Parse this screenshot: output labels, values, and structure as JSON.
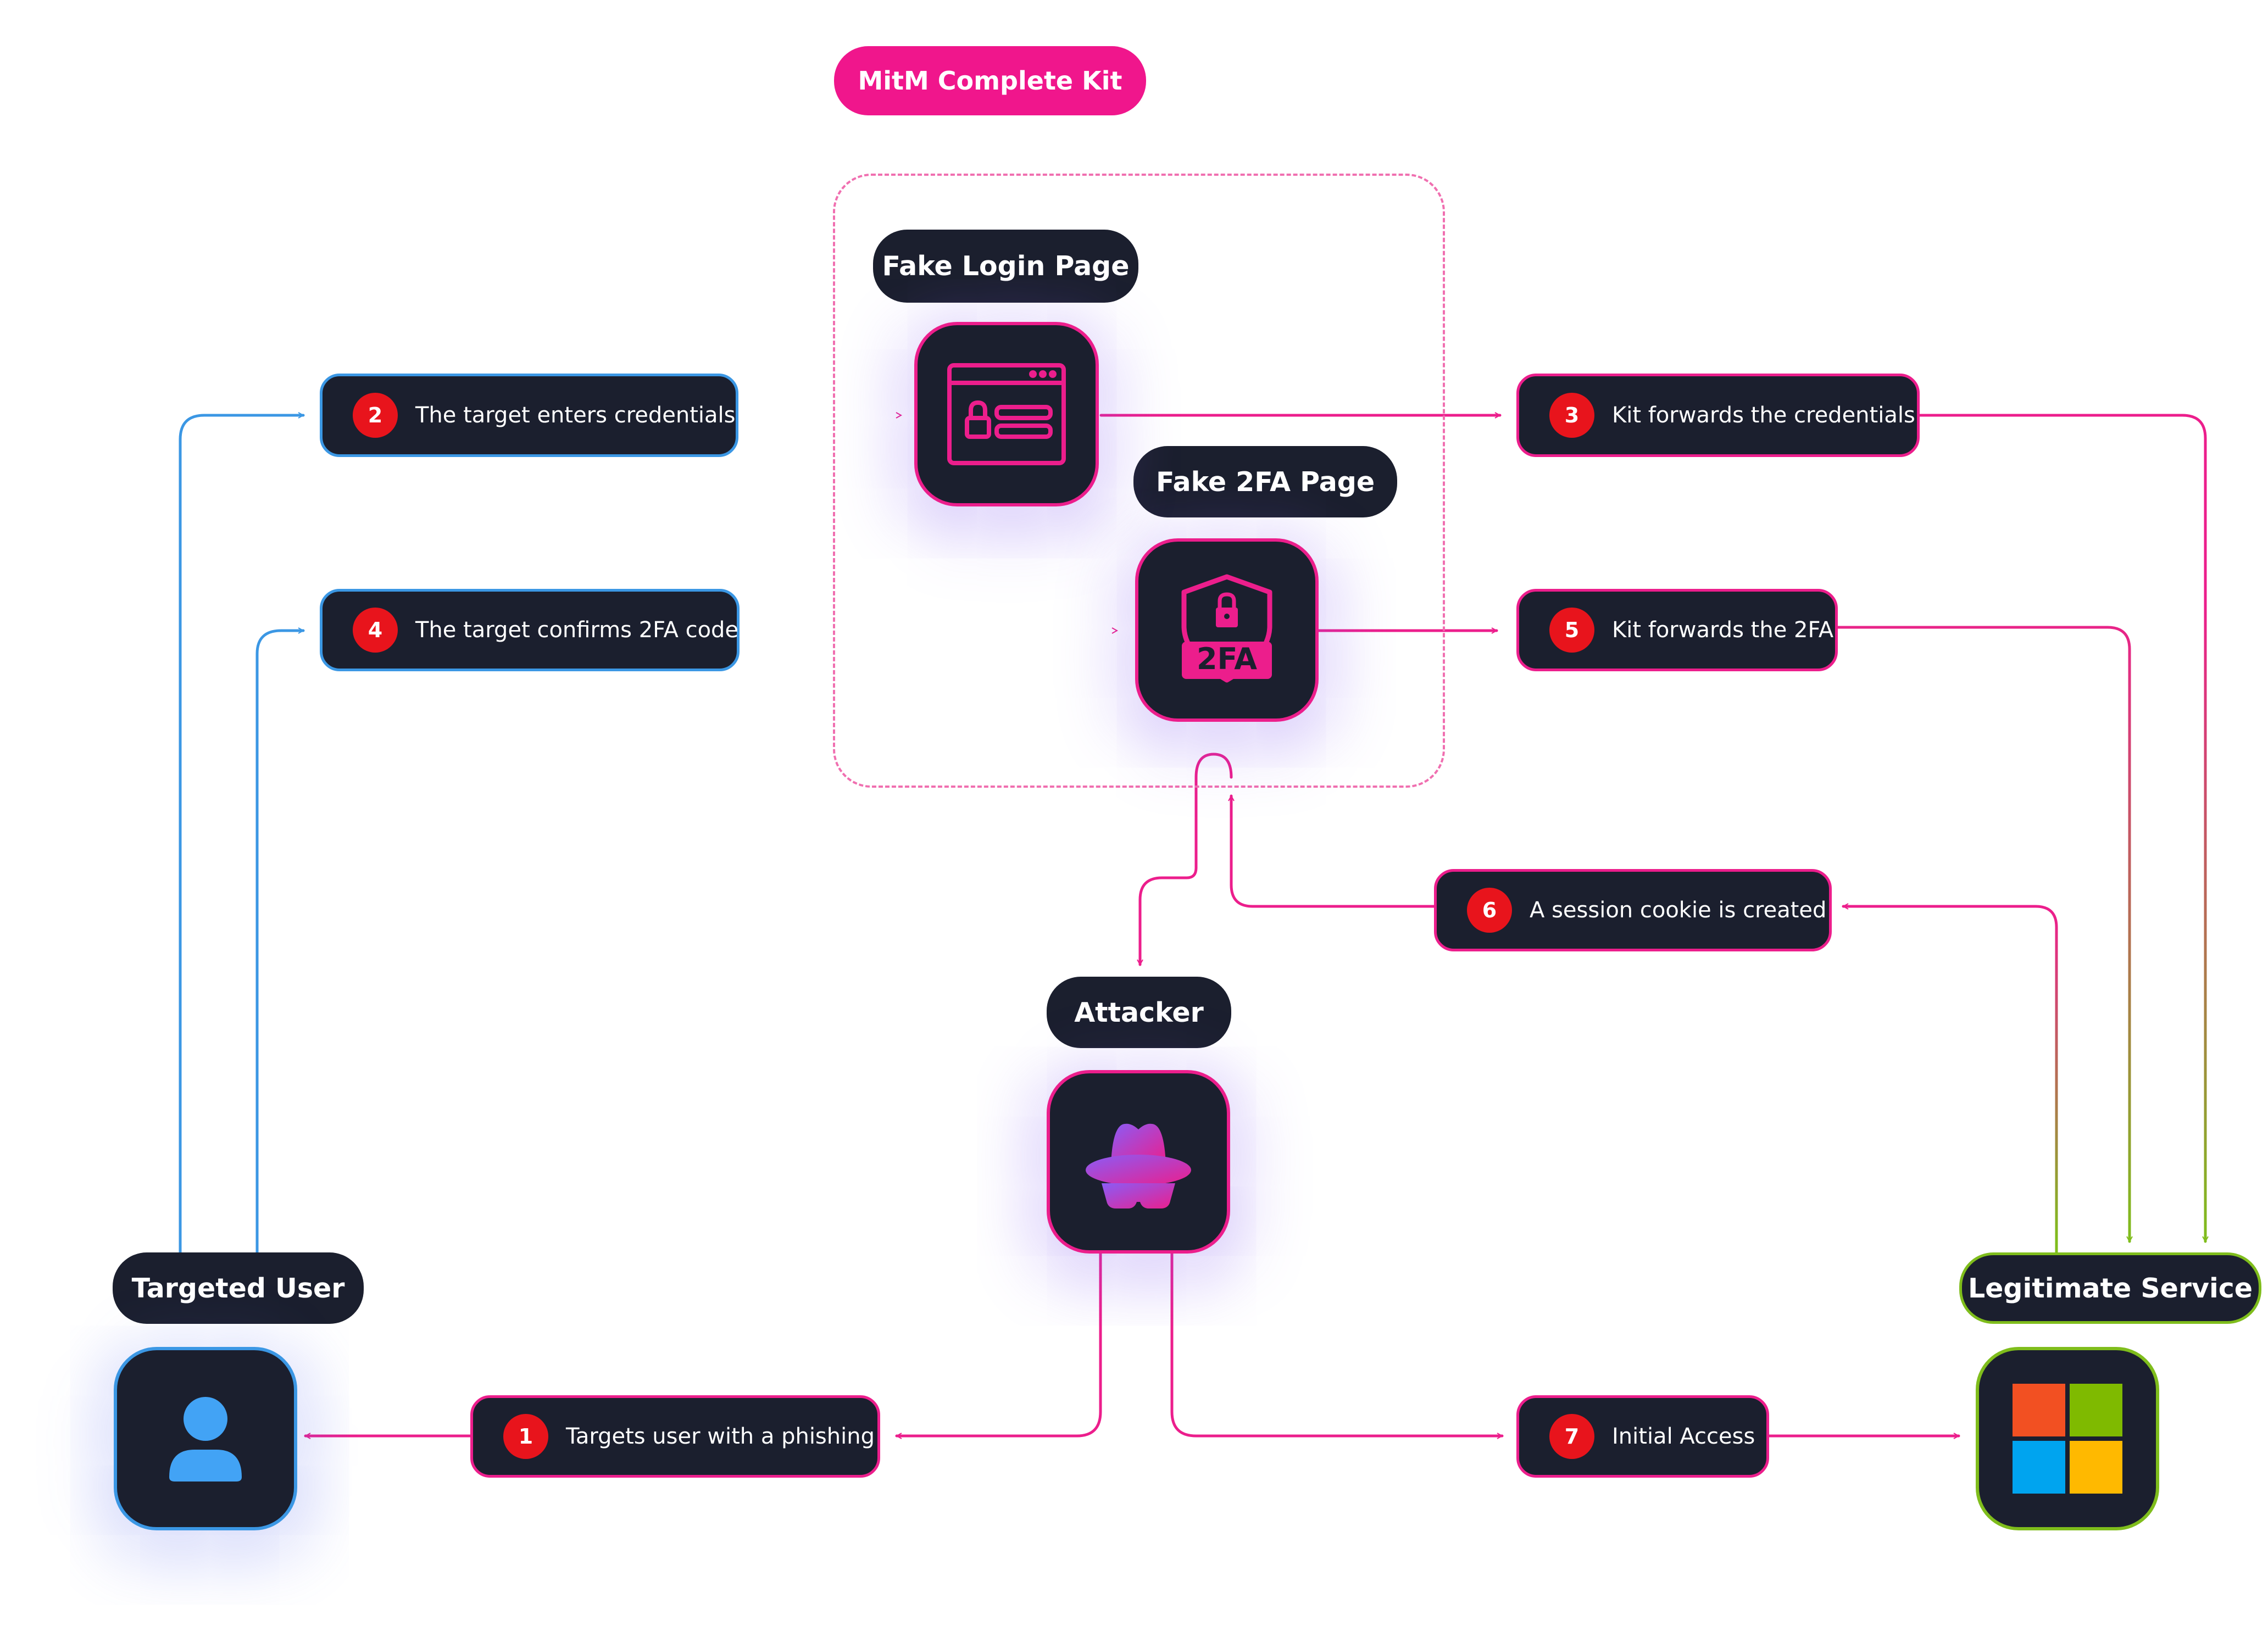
{
  "title": "MitM Complete Kit",
  "nodes": {
    "fake_login": "Fake Login Page",
    "fake_2fa": "Fake 2FA Page",
    "attacker": "Attacker",
    "targeted_user": "Targeted User",
    "legitimate_service": "Legitimate Service"
  },
  "steps": [
    {
      "num": "1",
      "label": "Targets user with a phishing"
    },
    {
      "num": "2",
      "label": "The target enters credentials"
    },
    {
      "num": "3",
      "label": "Kit forwards the credentials"
    },
    {
      "num": "4",
      "label": "The target confirms 2FA code"
    },
    {
      "num": "5",
      "label": "Kit forwards the 2FA"
    },
    {
      "num": "6",
      "label": "A session cookie is created"
    },
    {
      "num": "7",
      "label": "Initial Access"
    }
  ],
  "icons": {
    "fake_login": "login-page-icon",
    "fake_2fa": "shield-2fa-icon",
    "fake_2fa_badge": "2FA",
    "attacker": "spy-hat-icon",
    "targeted_user": "user-icon",
    "legitimate_service": "microsoft-logo-icon"
  },
  "colors": {
    "accent_pink": "#ec1e8c",
    "accent_blue": "#3b97e4",
    "accent_green": "#7fbd1c",
    "node_fill": "#1b1f2e",
    "badge_red": "#e8141c"
  }
}
